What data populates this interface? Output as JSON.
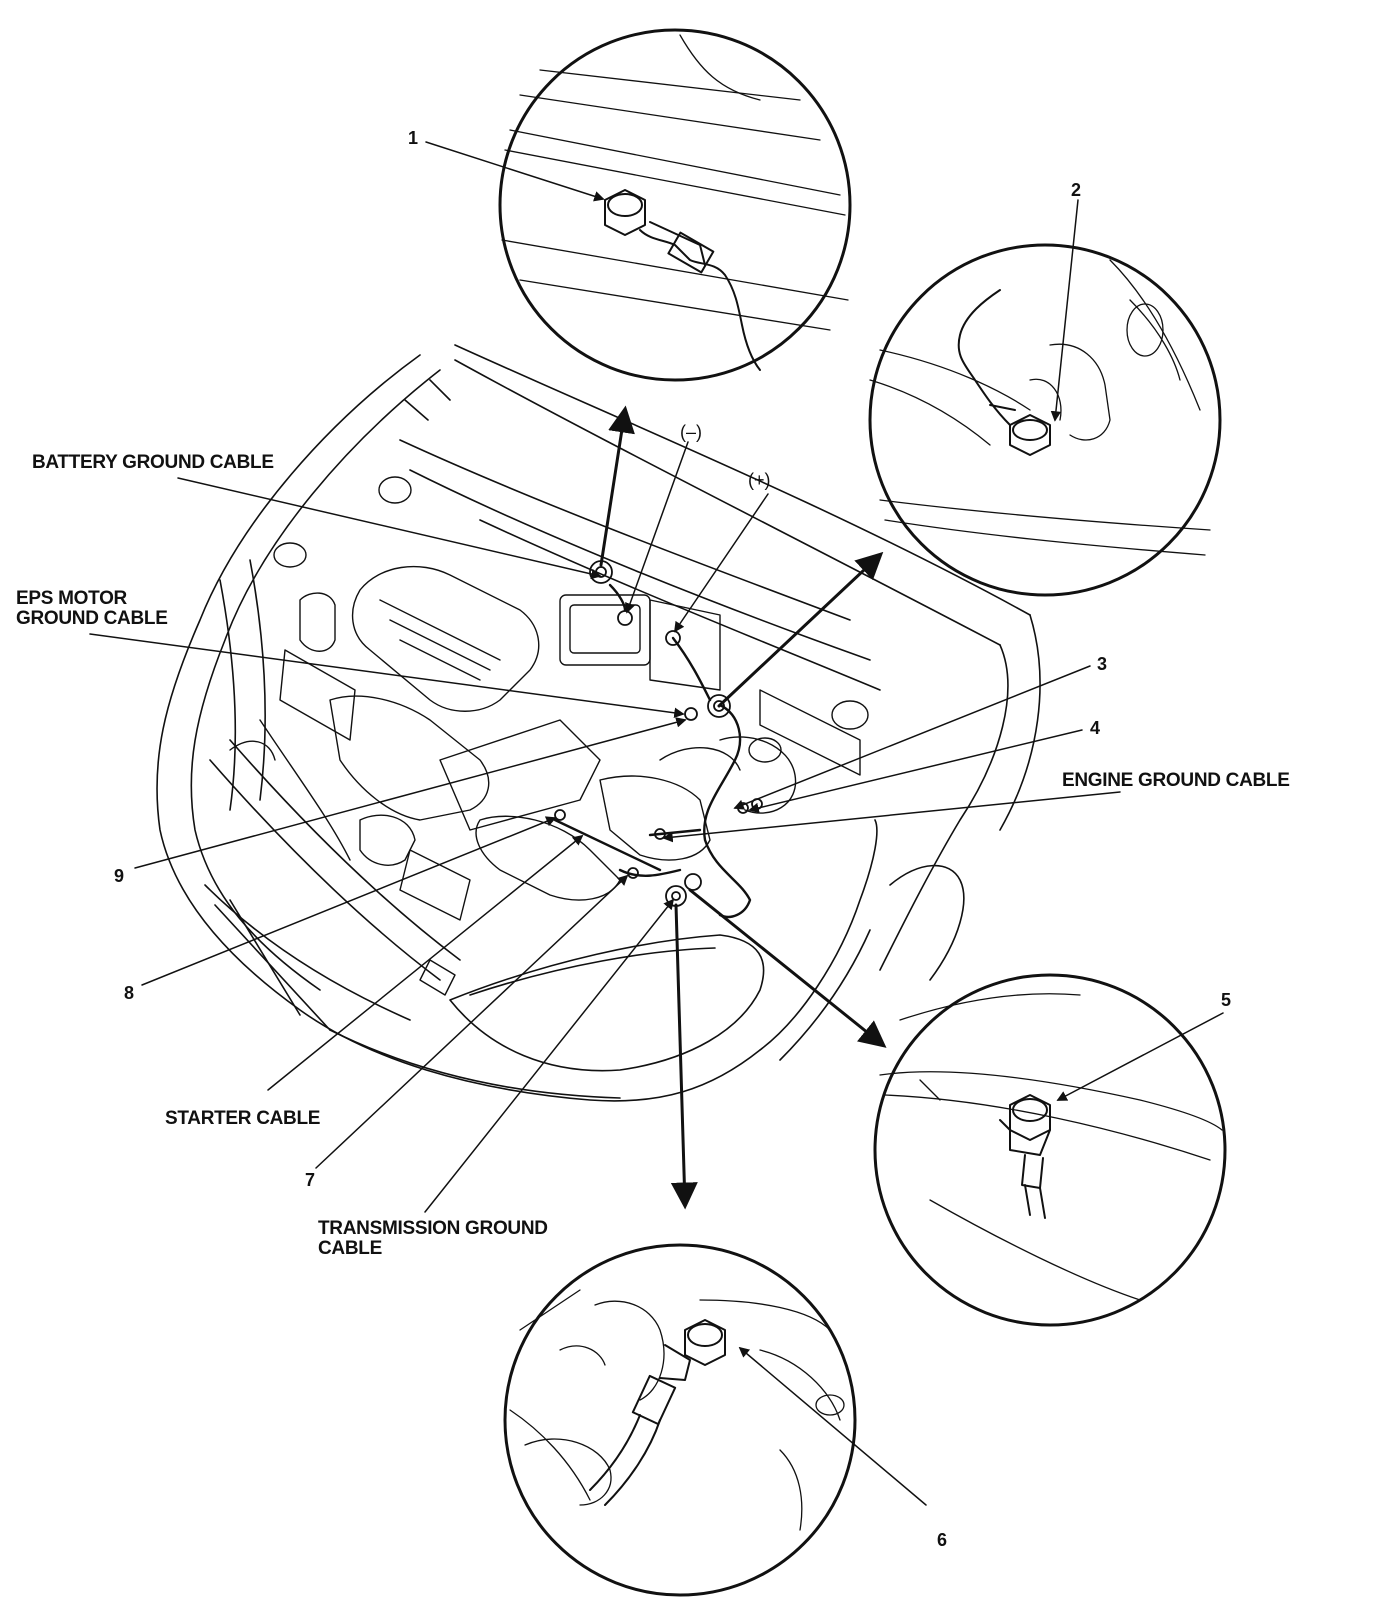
{
  "labels": {
    "battery_ground": "BATTERY GROUND CABLE",
    "eps_line1": "EPS MOTOR",
    "eps_line2": "GROUND CABLE",
    "engine_ground": "ENGINE GROUND CABLE",
    "starter": "STARTER CABLE",
    "trans_line1": "TRANSMISSION GROUND",
    "trans_line2": "CABLE"
  },
  "terminals": {
    "negative": "(–)",
    "positive": "(+)"
  },
  "callouts": [
    "1",
    "2",
    "3",
    "4",
    "5",
    "6",
    "7",
    "8",
    "9"
  ]
}
